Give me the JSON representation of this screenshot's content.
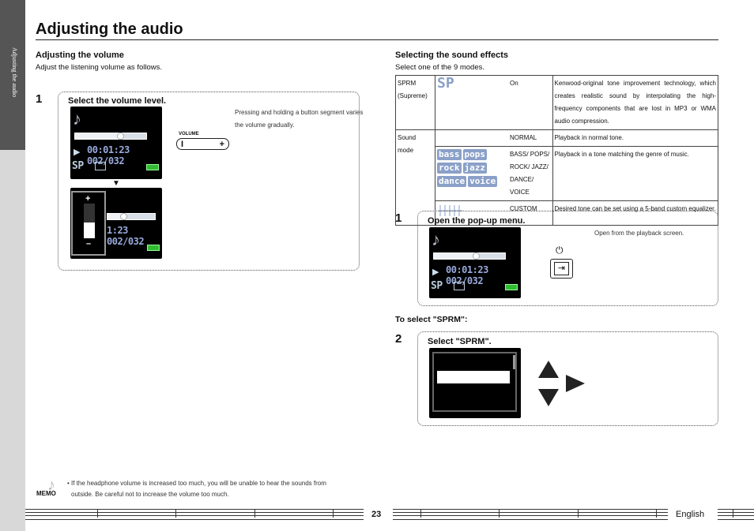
{
  "sidebar": {
    "label": "Adjusting the audio"
  },
  "page": {
    "title": "Adjusting the audio",
    "page_number": "23",
    "language": "English"
  },
  "volume": {
    "heading": "Adjusting the volume",
    "intro": "Adjust the listening volume as follows.",
    "step1": {
      "number": "1",
      "title": "Select the volume level.",
      "note_line1": "Pressing and holding a button segment varies",
      "note_line2": "the volume gradually.",
      "button_label": "VOLUME",
      "minus": "I",
      "plus": "+"
    },
    "screen1": {
      "time": "00:01:23 002/032",
      "progress": 0.65
    },
    "screen2": {
      "time": "1:23 002/032",
      "plus": "+",
      "minus": "–",
      "volume_level": 0.45,
      "progress": 0.35
    },
    "arrow": "▼"
  },
  "effects": {
    "heading": "Selecting the sound effects",
    "intro": "Select one of the 9 modes.",
    "table": {
      "row1": {
        "label1": "SPRM",
        "label2": "(Supreme)",
        "icon": "SP",
        "setting": "On",
        "desc": "Kenwood-original tone improvement technology, which creates realistic sound by interpolating the high-frequency components that are lost in MP3 or WMA audio compression."
      },
      "row2": {
        "label": "Sound mode",
        "setting": "NORMAL",
        "desc": "Playback in normal tone."
      },
      "row3": {
        "tiles": [
          "bass",
          "pops",
          "rock",
          "jazz",
          "dance",
          "voice"
        ],
        "setting1": "BASS/ POPS/",
        "setting2": "ROCK/ JAZZ/",
        "setting3": "DANCE/ VOICE",
        "desc": "Playback in a tone matching the genre of music."
      },
      "row4": {
        "setting": "CUSTOM",
        "desc": "Desired tone can be set using a 5-band custom equalizer."
      }
    },
    "step1": {
      "number": "1",
      "title": "Open the pop-up menu.",
      "note": "Open from the playback screen.",
      "time": "00:01:23 002/032",
      "progress": 0.6
    },
    "sprm_heading": "To select \"SPRM\":",
    "step2": {
      "number": "2",
      "title": "Select \"SPRM\"."
    }
  },
  "memo": {
    "label": "MEMO",
    "line1": "• If the headphone volume is increased too much, you will be unable to hear the sounds from",
    "line2": "outside. Be careful not to increase the volume too much."
  }
}
